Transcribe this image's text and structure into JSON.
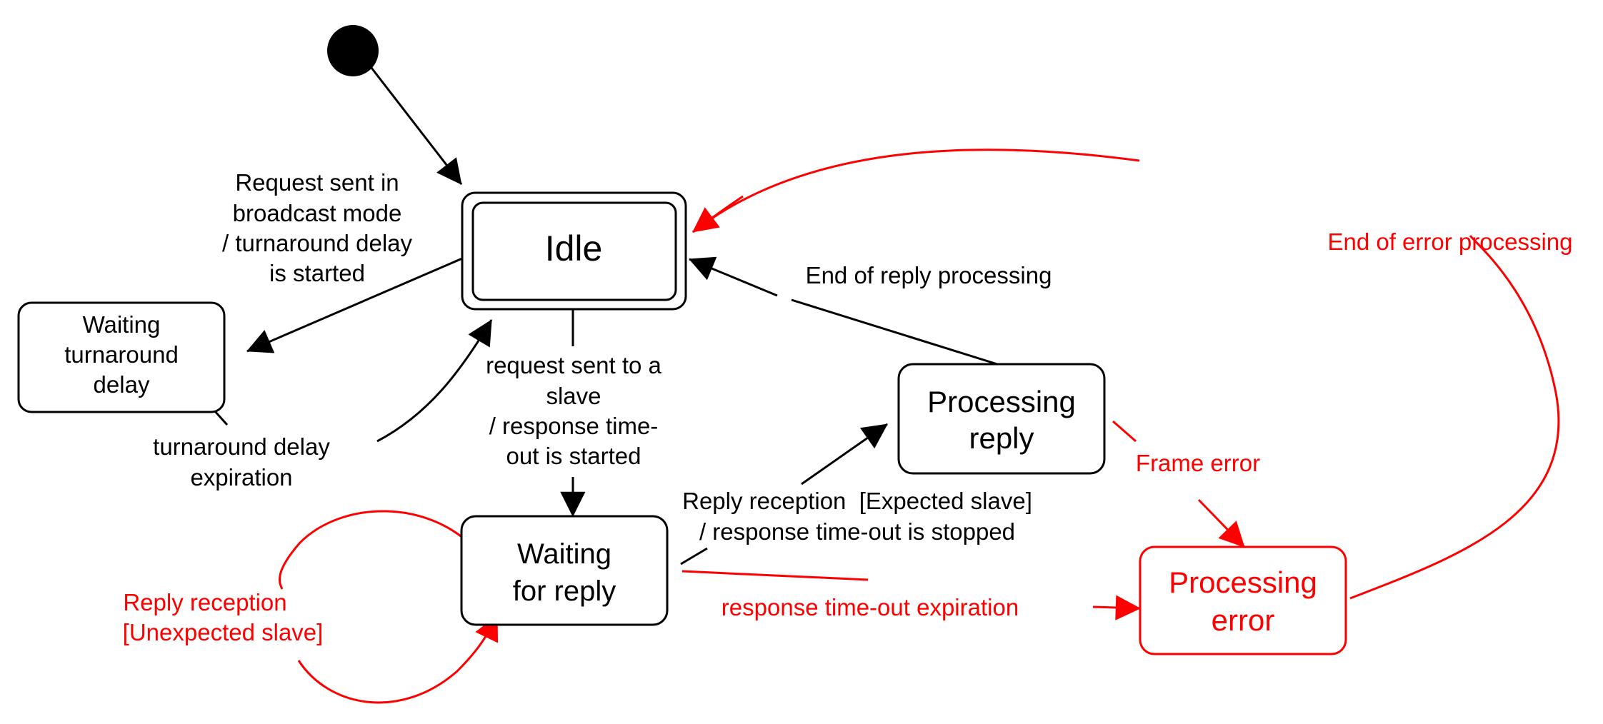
{
  "colors": {
    "normal": "#000000",
    "error": "#ff0000",
    "background": "#ffffff"
  },
  "states": {
    "idle": {
      "label": "Idle"
    },
    "waiting_turnaround": {
      "lines": [
        "Waiting",
        "turnaround",
        "delay"
      ]
    },
    "processing_reply": {
      "lines": [
        "Processing",
        "reply"
      ]
    },
    "waiting_reply": {
      "lines": [
        "Waiting",
        "for reply"
      ]
    },
    "processing_error": {
      "lines": [
        "Processing",
        "error"
      ]
    }
  },
  "transitions": {
    "broadcast": {
      "lines": [
        "Request sent in",
        "broadcast mode",
        "/ turnaround delay",
        "is started"
      ]
    },
    "turnaround_expiration": {
      "lines": [
        "turnaround delay",
        "expiration"
      ]
    },
    "request_to_slave": {
      "lines": [
        "request sent to a",
        "slave",
        "/ response time-",
        "out is started"
      ]
    },
    "end_reply_processing": {
      "label": "End of reply processing"
    },
    "reply_expected": {
      "lines": [
        "Reply reception  [Expected slave]",
        "/ response time-out is stopped"
      ]
    },
    "frame_error": {
      "label": "Frame error"
    },
    "timeout_expiration": {
      "label": "response time-out expiration"
    },
    "end_error_processing": {
      "label": "End of error processing"
    },
    "reply_unexpected": {
      "lines": [
        "Reply reception",
        "[Unexpected slave]"
      ]
    }
  }
}
